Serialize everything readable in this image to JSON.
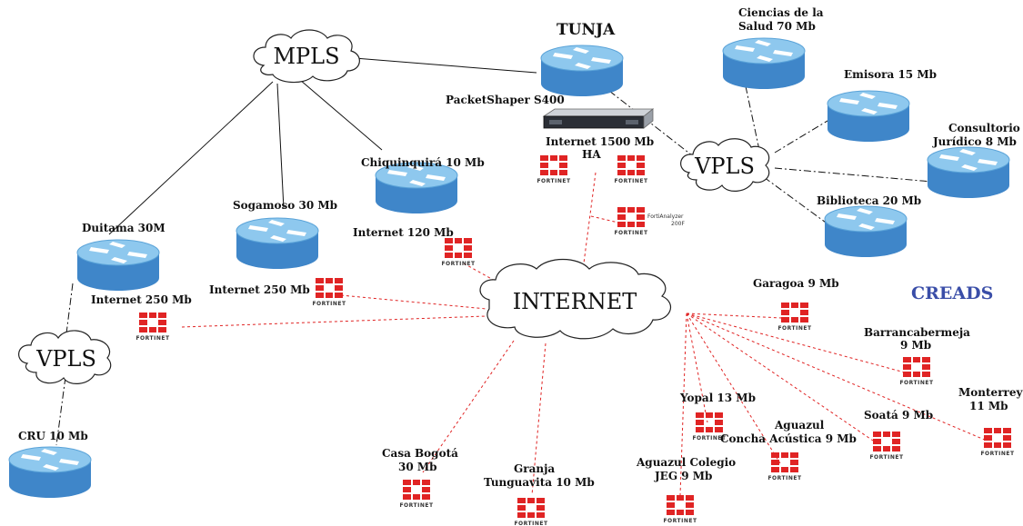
{
  "colors": {
    "router_top": "#8ec8ee",
    "router_side": "#3f86c9",
    "firewall": "#e02424",
    "internet_link": "#e02424",
    "mpls_link": "#111111",
    "creads": "#3a4ea8"
  },
  "clouds": {
    "mpls": "MPLS",
    "internet": "INTERNET",
    "vpls_main": "VPLS",
    "vpls_duitama": "VPLS"
  },
  "nodes": {
    "tunja": "TUNJA",
    "packetshaper": "PacketShaper S400",
    "internet_tunja": [
      "Internet 1500 Mb",
      "HA"
    ],
    "fortianalyzer": [
      "FortiAnalyzer",
      "200F"
    ],
    "ciencias_salud": [
      "Ciencias de la",
      "Salud 70 Mb"
    ],
    "emisora": "Emisora 15 Mb",
    "consultorio": [
      "Consultorio",
      "Jurídico 8 Mb"
    ],
    "biblioteca": "Biblioteca 20 Mb",
    "chiquinquira": "Chiquinquirá 10 Mb",
    "internet_chiq": "Internet 120 Mb",
    "sogamoso": "Sogamoso 30 Mb",
    "internet_sog": "Internet 250 Mb",
    "duitama": "Duitama 30M",
    "internet_duit": "Internet 250 Mb",
    "cru": "CRU 10 Mb",
    "creads_title": "CREADS",
    "garagoa": "Garagoa 9 Mb",
    "barranca": [
      "Barrancabermeja",
      "9 Mb"
    ],
    "monterrey": [
      "Monterrey",
      "11 Mb"
    ],
    "soata": "Soatá 9 Mb",
    "aguazul_concha": [
      "Aguazul",
      "Concha Acústica  9 Mb"
    ],
    "yopal": "Yopal 13 Mb",
    "aguazul_colegio": [
      "Aguazul Colegio",
      "JEG 9 Mb"
    ],
    "granja": [
      "Granja",
      "Tunguavita 10 Mb"
    ],
    "casa_bogota": [
      "Casa Bogotá",
      "30 Mb"
    ],
    "fortinet_brand": "FORTINET"
  }
}
